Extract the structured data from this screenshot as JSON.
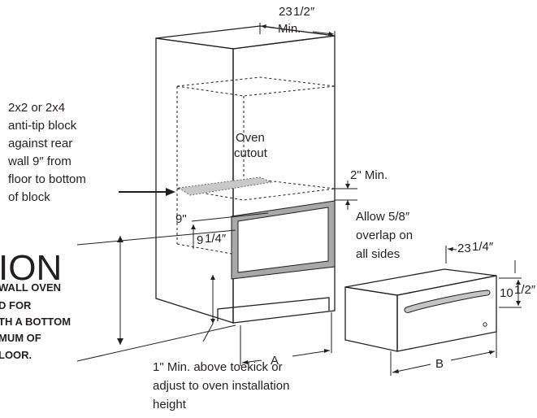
{
  "labels": {
    "anti_tip": [
      "2x2 or 2x4",
      "anti-tip block",
      "against rear",
      "wall 9″ from",
      "floor to bottom",
      "of block"
    ],
    "oven_cutout": [
      "Oven",
      "cutout"
    ],
    "two_min": "2\" Min.",
    "overlap": [
      "Allow 5/8″",
      "overlap on",
      "all sides"
    ],
    "toekick": [
      "1\" Min. above toekick or",
      "adjust to oven installation",
      "height"
    ],
    "dim_top_main": "23",
    "dim_top_frac": "1/2″",
    "dim_top_min": "Min.",
    "dim_9": "9\"",
    "dim_9q_main": "9",
    "dim_9q_frac": "1/4″",
    "dim_drawer_w_main": "23",
    "dim_drawer_w_frac": "1/4″",
    "dim_drawer_h_main": "10",
    "dim_drawer_h_frac": "1/2″",
    "dim_a": "A",
    "dim_b": "B"
  },
  "caution": {
    "heading": "ION",
    "lines": [
      "WALL OVEN",
      "D FOR",
      "TH A BOTTOM",
      "MUM OF",
      "LOOR."
    ]
  }
}
